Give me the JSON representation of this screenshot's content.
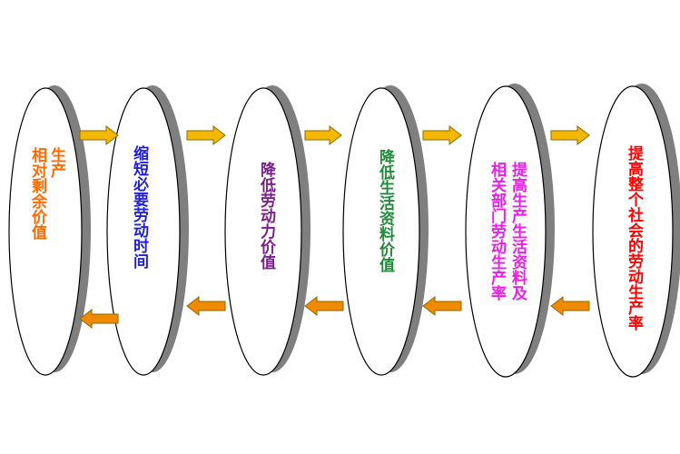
{
  "nodes": [
    {
      "lines": [
        "生产",
        "相对剩余价值"
      ],
      "color": "#ff6a00"
    },
    {
      "lines": [
        "缩短必要劳动时间"
      ],
      "color": "#1f1fd6"
    },
    {
      "lines": [
        "降低劳动力价值"
      ],
      "color": "#7a1f8a"
    },
    {
      "lines": [
        "降低生活资料价值"
      ],
      "color": "#1f8a3a"
    },
    {
      "lines": [
        "提高生产生活资料及",
        "相关部门劳动生产率"
      ],
      "color": "#e81ee8"
    },
    {
      "lines": [
        "提高整个社会的劳动生产率"
      ],
      "color": "#ff0000"
    }
  ],
  "colors": {
    "ellipse_fill": "#ffffff",
    "ellipse_stroke": "#000000",
    "ellipse_shadow": "#7f7f7f",
    "arrow_fill": "#f5b800",
    "arrow_stroke": "#8a6a00",
    "arrow_back_fill": "#f08a00"
  }
}
